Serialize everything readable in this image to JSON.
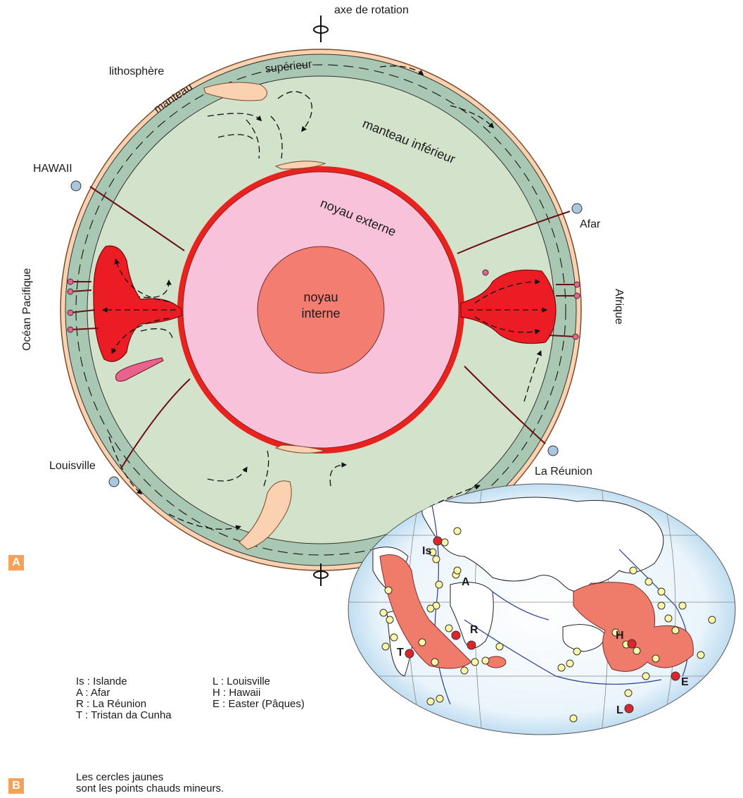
{
  "diagram_a": {
    "panel_tag": "A",
    "rotation_axis": "axe de rotation",
    "lithosphere": "lithosphère",
    "upper_mantle_part1": "manteau",
    "upper_mantle_part2": "supérieur",
    "lower_mantle": "manteau inférieur",
    "outer_core": "noyau externe",
    "inner_core_line1": "noyau",
    "inner_core_line2": "interne",
    "hawaii": "HAWAII",
    "pacific_ocean": "Océan Pacifique",
    "louisville": "Louisville",
    "afar": "Afar",
    "africa": "Afrique",
    "reunion": "La Réunion"
  },
  "diagram_b": {
    "panel_tag": "B",
    "legend_left": [
      "Is : Islande",
      "A : Afar",
      "R : La Réunion",
      "T : Tristan da Cunha"
    ],
    "legend_right": [
      "L : Louisville",
      "H : Hawaii",
      "E : Easter (Pâques)"
    ],
    "note_line1": "Les cercles jaunes",
    "note_line2": "sont les points chauds mineurs.",
    "map_labels": {
      "is": "Is",
      "a": "A",
      "r": "R",
      "t": "T",
      "h": "H",
      "e": "E",
      "l": "L"
    }
  },
  "colors": {
    "lower_mantle": "#d2e2cb",
    "upper_mantle": "#a9c8b4",
    "lithosphere": "#fad2b2",
    "outer_core": "#f8c2da",
    "inner_core": "#f27d70",
    "plume": "#ec1c24",
    "accent_tag": "#f4a25b",
    "major_hotspot": "#e0242c",
    "minor_hotspot": "#fff7a6",
    "superplume_map": "#ef7b6a"
  }
}
